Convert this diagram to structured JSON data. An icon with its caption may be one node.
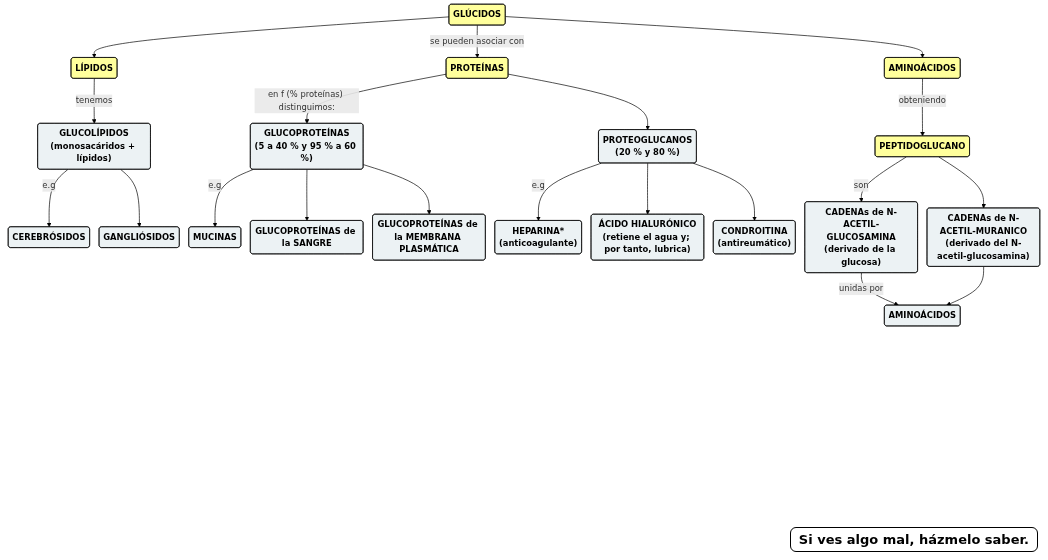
{
  "diagram": {
    "nodes": [
      {
        "text": [
          "GLÚCIDOS"
        ]
      },
      {
        "text": [
          "LÍPIDOS"
        ]
      },
      {
        "text": [
          "PROTEÍNAS"
        ]
      },
      {
        "text": [
          "AMINOÁCIDOS"
        ]
      },
      {
        "text": [
          "GLUCOLÍPIDOS",
          "(monosacáridos + lípidos)"
        ]
      },
      {
        "text": [
          "CEREBRÓSIDOS"
        ]
      },
      {
        "text": [
          "GANGLIÓSIDOS"
        ]
      },
      {
        "text": [
          "GLUCOPROTEÍNAS",
          "(5 a 40 % y 95 % a 60 %)"
        ]
      },
      {
        "text": [
          "MUCINAS"
        ]
      },
      {
        "text": [
          "GLUCOPROTEÍNAS de la SANGRE"
        ]
      },
      {
        "text": [
          "GLUCOPROTEÍNAS de la MEMBRANA PLASMÁTICA"
        ]
      },
      {
        "text": [
          "PROTEOGLUCANOS",
          "(20 % y 80 %)"
        ]
      },
      {
        "text": [
          "HEPARINA*",
          "(anticoagulante)"
        ]
      },
      {
        "text": [
          "ÁCIDO HIALURÓNICO",
          "(retiene el agua y; por tanto, lubrica)"
        ]
      },
      {
        "text": [
          "CONDROITINA",
          "(antireumático)"
        ]
      },
      {
        "text": [
          "PEPTIDOGLUCANO"
        ]
      },
      {
        "text": [
          "CADENAs de N-ACETIL-GLUCOSAMINA",
          "(derivado de la glucosa)"
        ]
      },
      {
        "text": [
          "CADENAs de N-ACETIL-MURANICO",
          "(derivado del N-acetil-glucosamina)"
        ]
      },
      {
        "text": [
          "AMINOÁCIDOS"
        ]
      }
    ],
    "edges": [
      {
        "from": 0,
        "to": 1,
        "arrow": "to"
      },
      {
        "from": 0,
        "to": 2,
        "label": "se pueden asociar con",
        "arrow": "to"
      },
      {
        "from": 0,
        "to": 3,
        "arrow": "to"
      },
      {
        "from": 1,
        "to": 4,
        "label": "tenemos",
        "arrow": "to"
      },
      {
        "from": 2,
        "to": 7,
        "label": "en f (% proteínas) distinguimos:",
        "arrow": "to"
      },
      {
        "from": 2,
        "to": 11,
        "arrow": "to"
      },
      {
        "from": 4,
        "to": 5,
        "label": "e.g",
        "arrow": "to"
      },
      {
        "from": 4,
        "to": 6,
        "arrow": "to"
      },
      {
        "from": 7,
        "to": 8,
        "label": "e.g",
        "arrow": "to"
      },
      {
        "from": 7,
        "to": 9,
        "arrow": "to"
      },
      {
        "from": 7,
        "to": 10,
        "arrow": "to"
      },
      {
        "from": 11,
        "to": 12,
        "label": "e.g",
        "arrow": "to"
      },
      {
        "from": 11,
        "to": 13,
        "arrow": "to"
      },
      {
        "from": 11,
        "to": 14,
        "arrow": "to"
      },
      {
        "from": 3,
        "to": 15,
        "label": "obteniendo",
        "arrow": "to"
      },
      {
        "from": 15,
        "to": 16,
        "label": "son",
        "arrow": "to"
      },
      {
        "from": 15,
        "to": 17,
        "arrow": "to"
      },
      {
        "from": 16,
        "to": 18,
        "label": "unidas por",
        "arrow": "to"
      },
      {
        "from": 17,
        "to": 18,
        "arrow": "to"
      }
    ],
    "labels": [
      "Si ves algo mal, házmelo saber."
    ]
  }
}
